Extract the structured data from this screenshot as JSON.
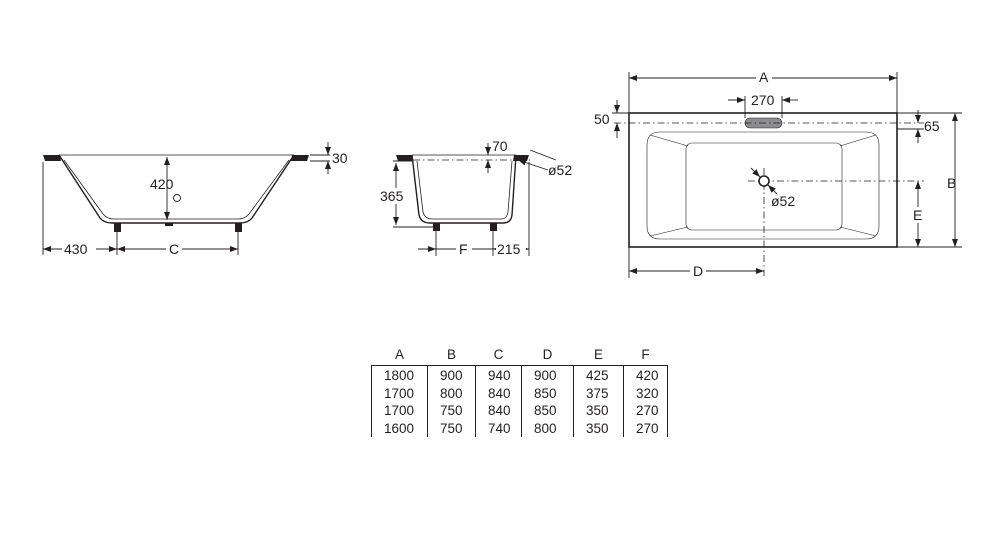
{
  "front_view": {
    "dim_top": "30",
    "dim_depth": "420",
    "dim_left": "430",
    "dim_center": "C"
  },
  "side_view": {
    "dim_top": "70",
    "dim_drain": "ø52",
    "dim_height": "365",
    "dim_foot": "F",
    "dim_right": "215"
  },
  "plan_view": {
    "dim_length": "A",
    "dim_overflow_width": "270",
    "dim_left_edge": "50",
    "dim_right_edge": "65",
    "dim_width": "B",
    "dim_drain_offset": "E",
    "dim_drain": "ø52",
    "dim_drain_pos": "D"
  },
  "table": {
    "headers": [
      "A",
      "B",
      "C",
      "D",
      "E",
      "F"
    ],
    "rows": [
      [
        "1800",
        "900",
        "940",
        "900",
        "425",
        "420"
      ],
      [
        "1700",
        "800",
        "840",
        "850",
        "375",
        "320"
      ],
      [
        "1700",
        "750",
        "840",
        "850",
        "350",
        "270"
      ],
      [
        "1600",
        "750",
        "740",
        "800",
        "350",
        "270"
      ]
    ]
  }
}
